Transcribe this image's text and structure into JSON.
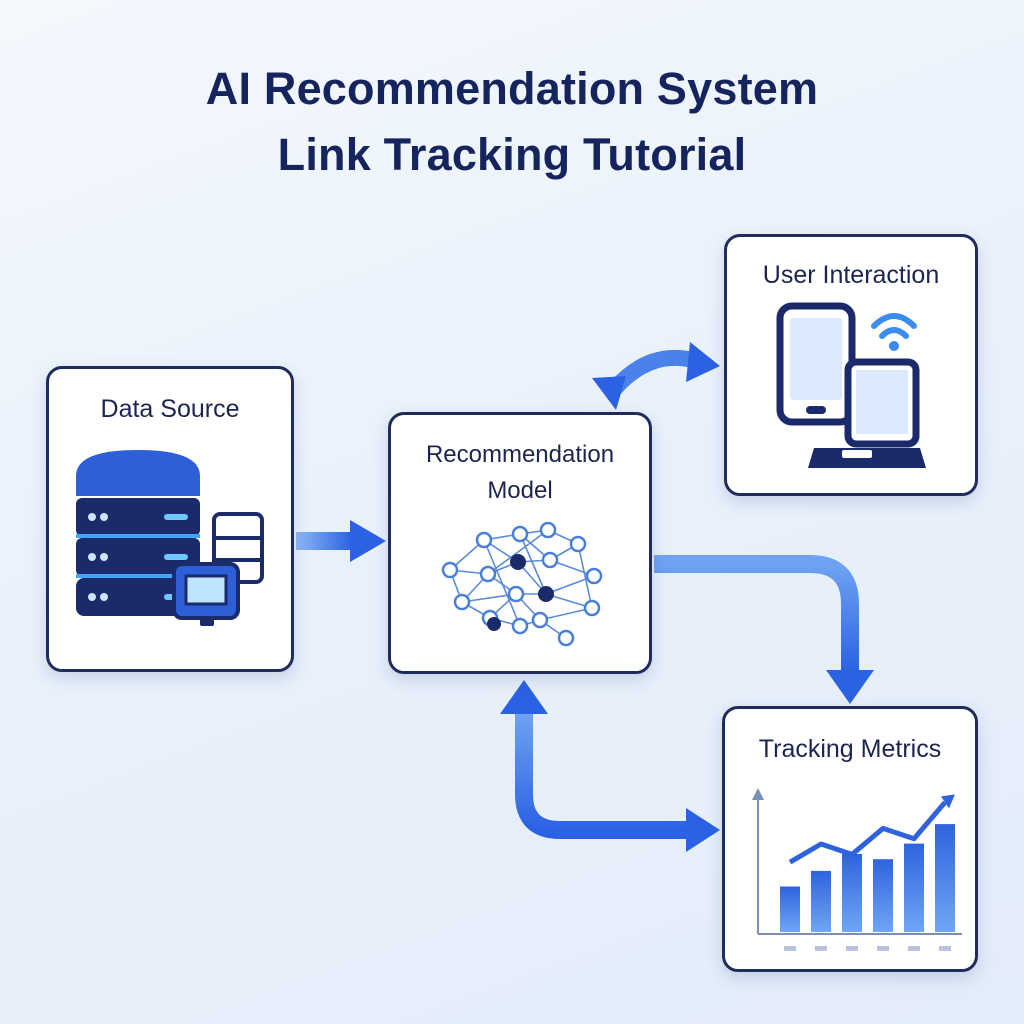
{
  "title": {
    "line1": "AI Recommendation System",
    "line2": "Link Tracking Tutorial"
  },
  "nodes": {
    "data_source": {
      "label": "Data Source",
      "icon": "database-server-icon"
    },
    "model": {
      "label_line1": "Recommendation",
      "label_line2": "Model",
      "icon": "neural-network-icon"
    },
    "user_interaction": {
      "label": "User Interaction",
      "icon": "phone-laptop-wifi-icon"
    },
    "tracking_metrics": {
      "label": "Tracking Metrics",
      "icon": "bar-chart-trend-icon"
    }
  },
  "metrics_chart": {
    "type": "bar",
    "bar_values": [
      0.35,
      0.47,
      0.6,
      0.56,
      0.68,
      0.83
    ],
    "trend_values": [
      0.46,
      0.6,
      0.52,
      0.72,
      0.64,
      0.92
    ]
  },
  "colors": {
    "title": "#16245e",
    "border": "#1f2c5c",
    "arrow": "#2f6ae6",
    "navy": "#1b2a6b",
    "accent": "#3fa7f5"
  }
}
